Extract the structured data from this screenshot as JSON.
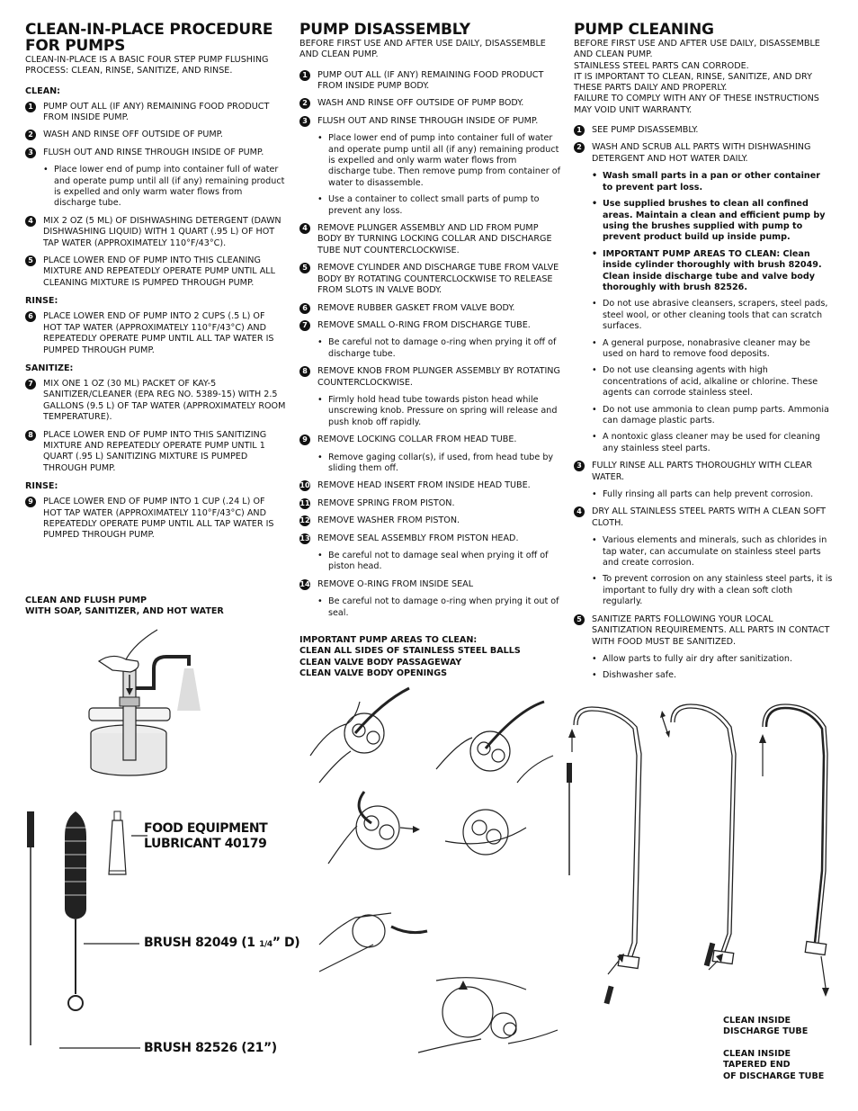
{
  "col1": {
    "title": "CLEAN-IN-PLACE PROCEDURE FOR PUMPS",
    "intro": "CLEAN-IN-PLACE IS A BASIC FOUR STEP PUMP FLUSHING PROCESS: CLEAN, RINSE, SANITIZE, AND RINSE.",
    "clean_label": "CLEAN:",
    "steps_clean": [
      {
        "n": "1",
        "text": "PUMP OUT ALL (IF ANY) REMAINING FOOD PRODUCT FROM INSIDE PUMP."
      },
      {
        "n": "2",
        "text": "WASH AND RINSE OFF OUTSIDE OF PUMP."
      },
      {
        "n": "3",
        "text": "FLUSH OUT AND RINSE THROUGH INSIDE OF PUMP."
      }
    ],
    "bullet_clean": "Place lower end of pump into container full of water and operate pump until all (if any) remaining product is expelled and only warm water flows from discharge tube.",
    "steps_clean2": [
      {
        "n": "4",
        "text": "MIX 2 OZ (5 ML) OF DISHWASHING DETERGENT (DAWN DISHWASHING LIQUID) WITH 1 QUART (.95 L) OF HOT TAP WATER (APPROXIMATELY 110°F/43°C)."
      },
      {
        "n": "5",
        "text": "PLACE LOWER END OF PUMP INTO THIS CLEANING MIXTURE AND REPEATEDLY OPERATE PUMP UNTIL ALL CLEANING MIXTURE IS PUMPED THROUGH PUMP."
      }
    ],
    "rinse_label": "RINSE:",
    "step6": {
      "n": "6",
      "text": "PLACE LOWER END OF PUMP INTO 2 CUPS (.5 L) OF HOT TAP WATER (APPROXIMATELY 110°F/43°C) AND REPEATEDLY OPERATE PUMP UNTIL ALL TAP WATER IS PUMPED THROUGH PUMP."
    },
    "sanitize_label": "SANITIZE:",
    "step7": {
      "n": "7",
      "text": "MIX ONE 1 OZ (30 ML) PACKET OF KAY-5 SANITIZER/CLEANER (EPA REG NO. 5389-15) WITH 2.5 GALLONS (9.5 L) OF TAP WATER (APPROXIMATELY ROOM TEMPERATURE)."
    },
    "step8": {
      "n": "8",
      "text": "PLACE LOWER END OF PUMP INTO THIS SANITIZING MIXTURE AND REPEATEDLY OPERATE PUMP UNTIL 1 QUART (.95 L) SANITIZING MIXTURE IS PUMPED THROUGH PUMP."
    },
    "rinse2_label": "RINSE:",
    "step9": {
      "n": "9",
      "text": "PLACE LOWER END OF PUMP INTO 1 CUP (.24 L) OF HOT TAP WATER (APPROXIMATELY 110°F/43°C) AND REPEATEDLY OPERATE PUMP UNTIL ALL TAP WATER IS PUMPED THROUGH PUMP."
    },
    "caption1": "CLEAN AND FLUSH PUMP",
    "caption2": "WITH SOAP, SANITIZER, AND HOT WATER",
    "lubricant_1": "FOOD EQUIPMENT",
    "lubricant_2": "LUBRICANT 40179",
    "brush1_a": "BRUSH 82049 (1 ",
    "brush1_frac": "1/4",
    "brush1_b": "” D)",
    "brush2": "BRUSH 82526 (21”)"
  },
  "col2": {
    "title": "PUMP DISASSEMBLY",
    "intro": "BEFORE FIRST USE AND AFTER USE DAILY, DISASSEMBLE AND CLEAN PUMP.",
    "s1": {
      "n": "1",
      "text": "PUMP OUT ALL (IF ANY) REMAINING FOOD PRODUCT FROM INSIDE PUMP BODY."
    },
    "s2": {
      "n": "2",
      "text": "WASH AND RINSE OFF OUTSIDE OF PUMP BODY."
    },
    "s3": {
      "n": "3",
      "text": "FLUSH OUT AND RINSE THROUGH INSIDE OF PUMP."
    },
    "b3a": "Place lower end of pump into container full of water and operate pump until all (if any) remaining product is expelled and only warm water flows from discharge tube. Then remove pump from container of water to disassemble.",
    "b3b": "Use a container to collect small parts of pump to prevent any loss.",
    "s4": {
      "n": "4",
      "text": "REMOVE PLUNGER ASSEMBLY AND LID FROM PUMP BODY BY TURNING LOCKING COLLAR AND DISCHARGE TUBE NUT COUNTERCLOCKWISE."
    },
    "s5": {
      "n": "5",
      "text": "REMOVE CYLINDER AND DISCHARGE TUBE FROM VALVE BODY BY ROTATING COUNTERCLOCKWISE TO RELEASE FROM SLOTS IN VALVE BODY."
    },
    "s6": {
      "n": "6",
      "text": "REMOVE RUBBER GASKET FROM VALVE BODY."
    },
    "s7": {
      "n": "7",
      "text": "REMOVE SMALL O-RING FROM DISCHARGE TUBE."
    },
    "b7": "Be careful not to damage o-ring when prying it off of discharge tube.",
    "s8": {
      "n": "8",
      "text": "REMOVE KNOB FROM PLUNGER ASSEMBLY BY ROTATING COUNTERCLOCKWISE."
    },
    "b8": "Firmly hold head tube towards piston head while unscrewing knob. Pressure on spring will release and push knob off rapidly.",
    "s9": {
      "n": "9",
      "text": "REMOVE LOCKING COLLAR FROM HEAD TUBE."
    },
    "b9": "Remove gaging collar(s), if used, from head tube by sliding them off.",
    "s10": {
      "n": "10",
      "text": "REMOVE HEAD INSERT FROM INSIDE HEAD TUBE."
    },
    "s11": {
      "n": "11",
      "text": "REMOVE SPRING FROM PISTON."
    },
    "s12": {
      "n": "12",
      "text": "REMOVE WASHER FROM PISTON."
    },
    "s13": {
      "n": "13",
      "text": "REMOVE SEAL ASSEMBLY FROM PISTON HEAD."
    },
    "b13": "Be careful not to damage seal when prying it off of piston head.",
    "s14": {
      "n": "14",
      "text": "REMOVE O-RING FROM INSIDE SEAL"
    },
    "b14": "Be careful not to damage o-ring when prying it out of seal.",
    "areas_1": "IMPORTANT PUMP AREAS TO CLEAN:",
    "areas_2": "CLEAN ALL SIDES OF STAINLESS STEEL BALLS",
    "areas_3": "CLEAN VALVE BODY PASSAGEWAY",
    "areas_4": "CLEAN VALVE BODY OPENINGS"
  },
  "col3": {
    "title": "PUMP CLEANING",
    "intro_1": "BEFORE FIRST USE AND AFTER USE DAILY, DISASSEMBLE AND CLEAN PUMP.",
    "intro_2": "STAINLESS STEEL PARTS CAN CORRODE.",
    "intro_3": "IT IS IMPORTANT TO CLEAN, RINSE, SANITIZE, AND DRY THESE PARTS DAILY AND PROPERLY.",
    "intro_4": "FAILURE TO COMPLY WITH ANY OF THESE INSTRUCTIONS MAY VOID UNIT WARRANTY.",
    "s1": {
      "n": "1",
      "text": "SEE PUMP DISASSEMBLY."
    },
    "s2": {
      "n": "2",
      "text": "WASH AND SCRUB ALL PARTS WITH DISHWASHING DETERGENT AND HOT WATER DAILY."
    },
    "b2a": "Wash small parts in a pan or other container to prevent part loss.",
    "b2b": "Use supplied brushes to clean all confined areas. Maintain a clean and efficient pump by using the brushes supplied with pump to prevent product build up inside pump.",
    "b2c": "IMPORTANT PUMP AREAS TO CLEAN: Clean inside cylinder thoroughly with brush 82049. Clean inside discharge tube and valve body thoroughly with brush 82526.",
    "b2d": "Do not use abrasive cleansers, scrapers, steel pads, steel wool, or other cleaning tools that can scratch surfaces.",
    "b2e": "A general purpose, nonabrasive cleaner may be used on hard to remove food deposits.",
    "b2f": "Do not use cleansing agents with high concentrations of acid, alkaline or chlorine. These agents can corrode stainless steel.",
    "b2g": "Do not use ammonia to clean pump parts. Ammonia can damage plastic parts.",
    "b2h": "A nontoxic glass cleaner may be used for cleaning any stainless steel parts.",
    "s3": {
      "n": "3",
      "text": "FULLY RINSE ALL PARTS THOROUGHLY WITH CLEAR WATER."
    },
    "b3": "Fully rinsing all parts can help prevent corrosion.",
    "s4": {
      "n": "4",
      "text": "DRY ALL STAINLESS STEEL PARTS WITH A CLEAN SOFT CLOTH."
    },
    "b4a": "Various elements and minerals, such as chlorides in tap water, can accumulate on stainless steel parts and create corrosion.",
    "b4b": "To prevent corrosion on any stainless steel parts, it is important to fully dry with a clean soft cloth regularly.",
    "s5": {
      "n": "5",
      "text": "SANITIZE PARTS FOLLOWING YOUR LOCAL SANITIZATION REQUIREMENTS. ALL PARTS IN CONTACT WITH FOOD MUST BE SANITIZED."
    },
    "b5a": "Allow parts to fully air dry after sanitization.",
    "b5b": "Dishwasher safe.",
    "cap1": "CLEAN INSIDE",
    "cap2": "DISCHARGE TUBE",
    "cap3": "CLEAN INSIDE",
    "cap4": "TAPERED END",
    "cap5": "OF DISCHARGE TUBE"
  }
}
